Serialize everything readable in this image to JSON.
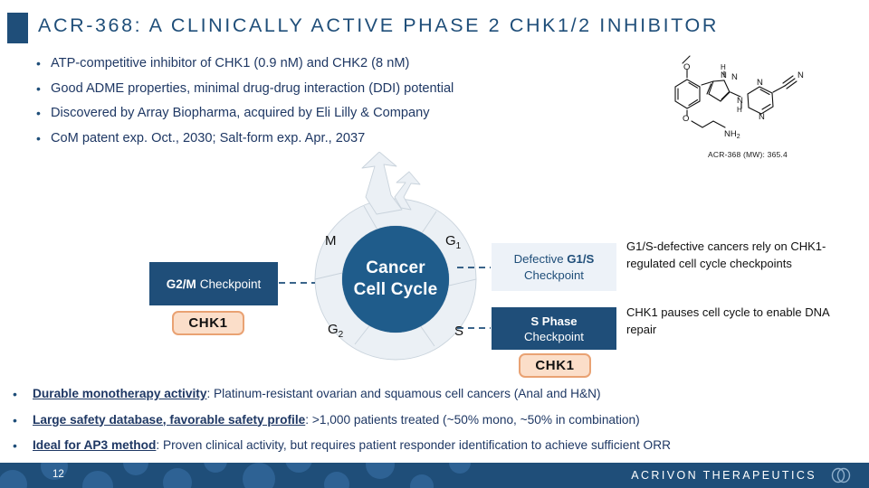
{
  "slide": {
    "title": "ACR-368: A CLINICALLY ACTIVE PHASE 2 CHK1/2 INHIBITOR",
    "accent_color": "#1F4E79",
    "page_number": "12"
  },
  "top_bullets": [
    {
      "bullet": "•",
      "text": "ATP-competitive inhibitor of CHK1 (0.9 nM) and CHK2 (8 nM)"
    },
    {
      "bullet": "•",
      "text": "Good ADME properties, minimal drug-drug interaction (DDI) potential"
    },
    {
      "bullet": "•",
      "text": "Discovered by Array Biopharma, acquired by Eli Lilly & Company"
    },
    {
      "bullet": "•",
      "text": "CoM patent exp. Oct., 2030; Salt-form exp.  Apr., 2037"
    }
  ],
  "structure": {
    "caption": "ACR-368 (MW): 365.4",
    "atom_labels": [
      "O",
      "N",
      "H",
      "N",
      "N",
      "N",
      "N",
      "H",
      "N",
      "O",
      "NH2"
    ]
  },
  "diagram": {
    "core_line1": "Cancer",
    "core_line2": "Cell Cycle",
    "core_color": "#1F5C8B",
    "phase_labels": {
      "m": "M",
      "g1_main": "G",
      "g1_sub": "1",
      "g2_main": "G",
      "g2_sub": "2",
      "s": "S"
    },
    "g2m_box": {
      "bold": "G2/M",
      "rest": "Checkpoint",
      "color": "#1F4E79"
    },
    "g1s_box": {
      "prefix": "Defective ",
      "bold": "G1/S",
      "line2": "Checkpoint",
      "color": "#EDF2F8"
    },
    "sphase_box": {
      "bold": "S Phase",
      "line2": "Checkpoint",
      "color": "#1F4E79"
    },
    "chk1_badge_left": "CHK1",
    "chk1_badge_right": "CHK1",
    "badge_fill": "#FBDEC9",
    "badge_border": "#E9A273",
    "annotation_1": "G1/S-defective cancers rely on CHK1-regulated cell cycle checkpoints",
    "annotation_2": "CHK1 pauses cell cycle to enable DNA repair"
  },
  "bottom_bullets": [
    {
      "bullet": "•",
      "lead": "Durable monotherapy activity",
      "rest": ": Platinum-resistant ovarian and squamous cell cancers (Anal and H&N)"
    },
    {
      "bullet": "•",
      "lead": "Large safety database, favorable safety profile",
      "rest": ": >1,000 patients treated (~50% mono, ~50% in combination)"
    },
    {
      "bullet": "•",
      "lead": "Ideal for AP3 method",
      "rest": ": Proven clinical activity, but requires patient responder identification to achieve sufficient ORR"
    }
  ],
  "footer": {
    "brand": "ACRIVON THERAPEUTICS",
    "background": "#1F4E79",
    "dot_color": "#2E6294"
  }
}
